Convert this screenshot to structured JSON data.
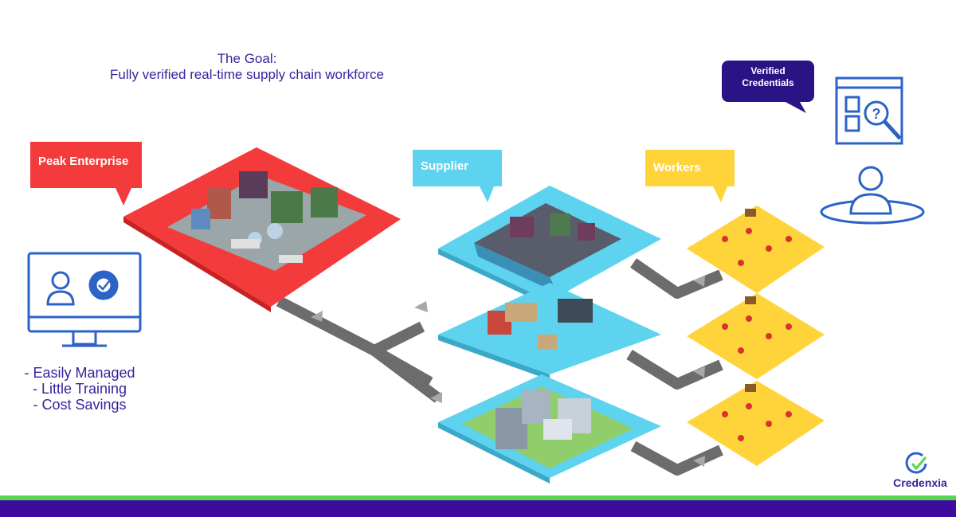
{
  "goal": {
    "line1": "The Goal:",
    "line2": "Fully verified real-time supply chain workforce"
  },
  "callouts": {
    "peak_enterprise": "Peak Enterprise",
    "supplier": "Supplier",
    "workers": "Workers",
    "verified_credentials_line1": "Verified",
    "verified_credentials_line2": "Credentials"
  },
  "benefits": [
    "- Easily Managed",
    "- Little Training",
    "- Cost Savings"
  ],
  "brand": {
    "name": "Credenxia"
  },
  "colors": {
    "enterprise_red": "#f43b3b",
    "supplier_blue": "#5ed3ef",
    "workers_yellow": "#ffd43b",
    "accent_purple": "#3a1f9e",
    "icon_blue": "#2b63c7",
    "road_gray": "#6c6c6c",
    "footer_green": "#5bd64f",
    "footer_purple": "#3d0b9e"
  }
}
